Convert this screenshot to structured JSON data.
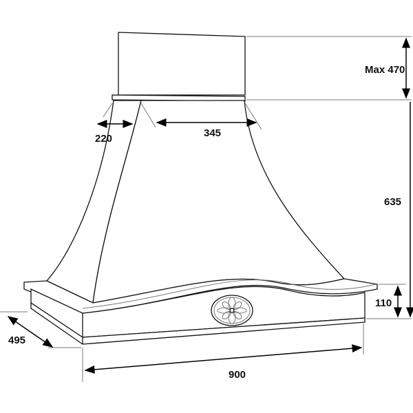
{
  "title": "Range hood dimension drawing",
  "dimensions": {
    "chimney_height": "Max 470",
    "body_height": "635",
    "base_height": "110",
    "chimney_width": "345",
    "chimney_depth": "220",
    "depth": "495",
    "width": "900"
  }
}
